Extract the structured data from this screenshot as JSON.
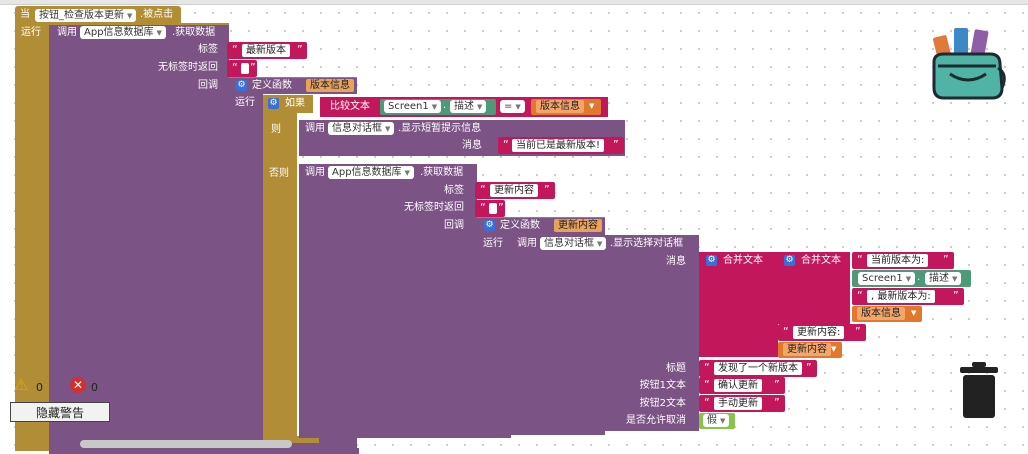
{
  "event": {
    "when": "当",
    "component": "按钮_检查版本更新",
    "suffix": ".被点击"
  },
  "labels": {
    "run": "运行",
    "call": "调用",
    "tag": "标签",
    "no_tag_return": "无标签时返回",
    "callback": "回调",
    "define_func": "定义函数",
    "if": "如果",
    "then": "则",
    "else": "否则",
    "compare_text": "比较文本",
    "message": "消息",
    "join_text": "合并文本",
    "title": "标题",
    "button1": "按钮1文本",
    "button2": "按钮2文本",
    "allow_cancel": "是否允许取消"
  },
  "components": {
    "tinydb": "App信息数据库",
    "notifier": "信息对话框",
    "screen": "Screen1",
    "desc": "描述"
  },
  "methods": {
    "get_value": ".获取数据",
    "show_alert": ".显示短暂提示信息",
    "show_choose": ".显示选择对话框"
  },
  "values": {
    "latest_version": "最新版本",
    "func_version_info": "版本信息",
    "compare_op": "=",
    "msg_latest": "当前已是最新版本!",
    "update_content": "更新内容",
    "current_version": "当前版本为:",
    "newest_version": ", 最新版本为:",
    "update_content_label": "更新内容:",
    "new_version_found": "发现了一个新版本",
    "confirm_update": "确认更新",
    "manual_update": "手动更新",
    "bool_false": "假"
  },
  "warnings": {
    "warn_count": "0",
    "error_count": "0",
    "hide_label": "隐藏警告"
  }
}
